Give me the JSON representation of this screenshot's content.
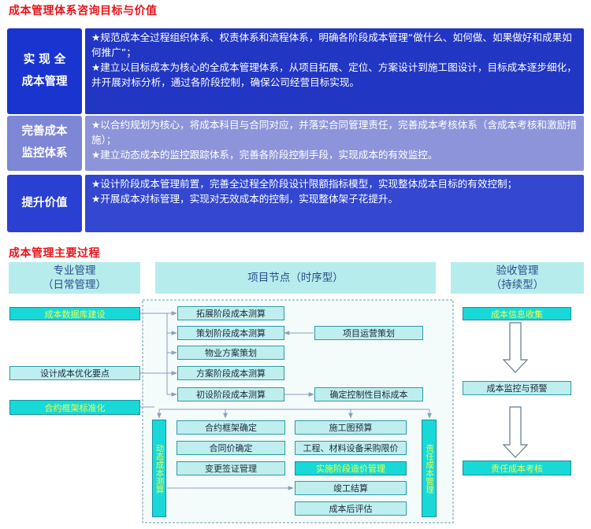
{
  "section1": {
    "title": "成本管理体系咨询目标与价值",
    "rows": [
      {
        "label_lines": [
          "实 现 全",
          "成本管理"
        ],
        "items": [
          "★规范成本全过程组织体系、权责体系和流程体系，明确各阶段成本管理“做什么、如何做、如果做好和成果如何推广”；",
          "★建立以目标成本为核心的全成本管理体系，从项目拓展、定位、方案设计到施工图设计，目标成本逐步细化，并开展对标分析，通过各阶段控制，确保公司经营目标实现。"
        ]
      },
      {
        "label_lines": [
          "完善成本",
          "监控体系"
        ],
        "items": [
          "★以合约规划为核心，将成本科目与合同对应，并落实合同管理责任，完善成本考核体系（含成本考核和激励措施）；",
          "★建立动态成本的监控跟踪体系，完善各阶段控制手段，实现成本的有效监控。"
        ]
      },
      {
        "label_lines": [
          "提升价值"
        ],
        "items": [
          "★设计阶段成本管理前置，完善全过程全阶段设计限额指标模型，实现整体成本目标的有效控制；",
          "★开展成本对标管理，实现对无效成本的控制，实现整体架子花提升。"
        ]
      }
    ],
    "colors": {
      "row1_label": "#1a35cf",
      "row1_desc": "#2236c4",
      "row2_label": "#7e86d6",
      "row2_desc": "#8d94da",
      "row3_label": "#2a40d2",
      "row3_desc": "#3347d0"
    }
  },
  "section2": {
    "title": "成本管理主要过程",
    "bands": {
      "left": [
        "专业管理",
        "（日常管理）"
      ],
      "mid": "项目节点（时序型）",
      "right": [
        "验收管理",
        "（持续型）"
      ]
    },
    "left_boxes": {
      "db": "成本数据库建设",
      "opt": "设计成本优化要点",
      "std": "合约框架标准化"
    },
    "timeline": [
      "拓展阶段成本测算",
      "策划阶段成本测算",
      "物业方案策划",
      "方案阶段成本测算",
      "初设阶段成本测算"
    ],
    "side_boxes": {
      "ops": "项目运营策划",
      "target": "确定控制性目标成本"
    },
    "inner_left": [
      "合约框架确定",
      "合同价确定",
      "变更签证管理"
    ],
    "inner_right": [
      "施工图预算",
      "工程、材料设备采购限价",
      "实施阶段造价管理",
      "竣工结算",
      "成本后评估"
    ],
    "vertical_left": "动态成本测算",
    "vertical_right": "责任成本管理",
    "right_flow": [
      "成本信息收集",
      "成本监控与预警",
      "责任成本考核"
    ]
  }
}
